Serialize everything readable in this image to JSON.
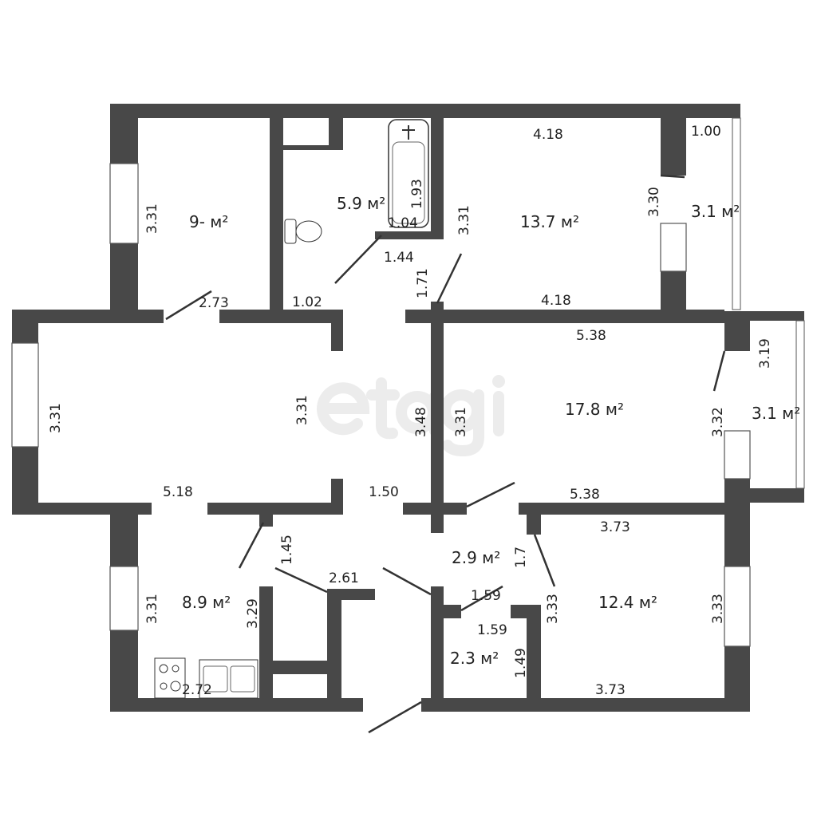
{
  "watermark": "etagi",
  "rooms": [
    {
      "id": "bedroom-9",
      "area": "9- м²"
    },
    {
      "id": "bathroom",
      "area": "5.9 м²"
    },
    {
      "id": "bedroom-13-7",
      "area": "13.7 м²"
    },
    {
      "id": "balcony-top",
      "area": "3.1 м²"
    },
    {
      "id": "living-17-8",
      "area": "17.8 м²"
    },
    {
      "id": "balcony-right",
      "area": "3.1 м²"
    },
    {
      "id": "kitchen",
      "area": "8.9 м²"
    },
    {
      "id": "closet-2-9",
      "area": "2.9 м²"
    },
    {
      "id": "closet-2-3",
      "area": "2.3 м²"
    },
    {
      "id": "bedroom-12-4",
      "area": "12.4 м²"
    }
  ],
  "dimensions": [
    "3.31",
    "2.73",
    "1.02",
    "1.93",
    "1.04",
    "1.44",
    "1.71",
    "3.31",
    "4.18",
    "4.18",
    "1.00",
    "3.30",
    "3.31",
    "3.31",
    "3.48",
    "3.31",
    "5.38",
    "3.19",
    "3.32",
    "5.38",
    "5.18",
    "1.50",
    "1.45",
    "2.61",
    "3.31",
    "3.29",
    "2.72",
    "1.7",
    "1.59",
    "1.59",
    "1.49",
    "3.73",
    "3.33",
    "3.33",
    "3.73"
  ]
}
